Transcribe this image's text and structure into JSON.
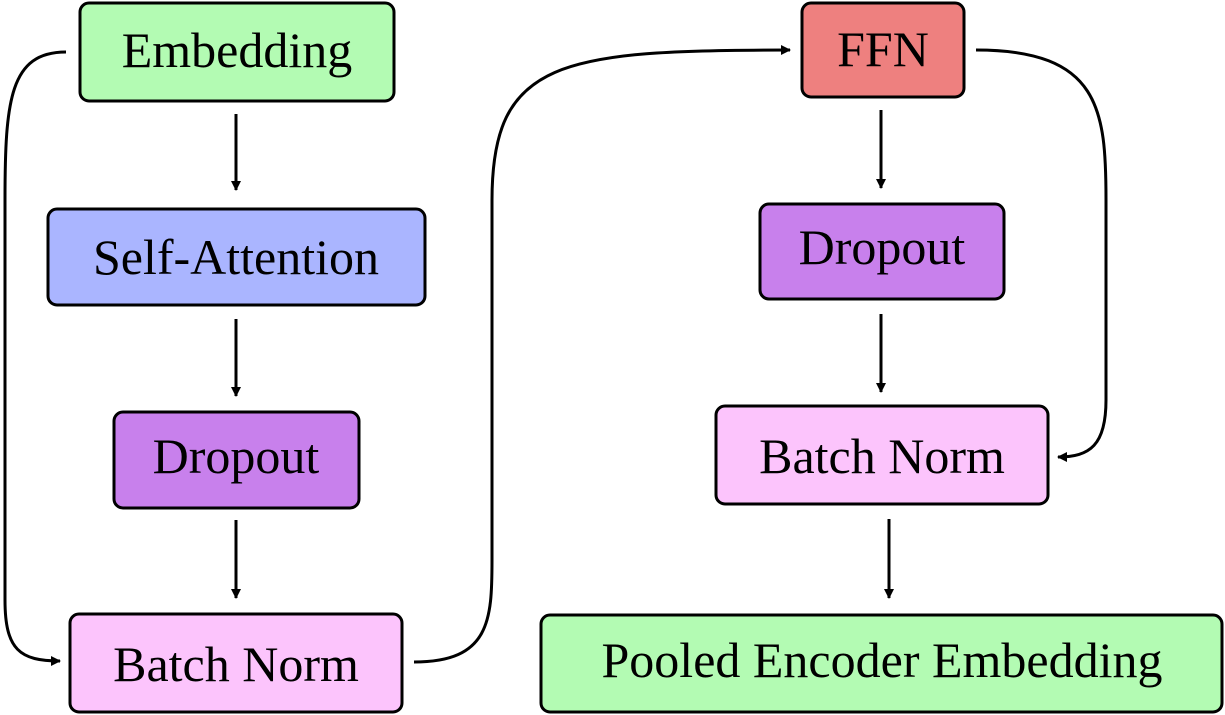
{
  "colors": {
    "embedding": "#b3fbb3",
    "self_attention": "#aab5ff",
    "dropout": "#c880ec",
    "batch_norm": "#fcc4fc",
    "ffn": "#ee807f",
    "pooled": "#b3fbb3",
    "stroke": "#000000"
  },
  "nodes": {
    "embedding": "Embedding",
    "self_attention": "Self-Attention",
    "dropout_1": "Dropout",
    "batch_norm_1": "Batch Norm",
    "ffn": "FFN",
    "dropout_2": "Dropout",
    "batch_norm_2": "Batch Norm",
    "pooled": "Pooled Encoder Embedding"
  },
  "edges": [
    {
      "from": "embedding",
      "to": "self_attention",
      "kind": "sequential"
    },
    {
      "from": "self_attention",
      "to": "dropout_1",
      "kind": "sequential"
    },
    {
      "from": "dropout_1",
      "to": "batch_norm_1",
      "kind": "sequential"
    },
    {
      "from": "embedding",
      "to": "batch_norm_1",
      "kind": "residual"
    },
    {
      "from": "batch_norm_1",
      "to": "ffn",
      "kind": "sequential"
    },
    {
      "from": "ffn",
      "to": "dropout_2",
      "kind": "sequential"
    },
    {
      "from": "dropout_2",
      "to": "batch_norm_2",
      "kind": "sequential"
    },
    {
      "from": "ffn",
      "to": "batch_norm_2",
      "kind": "residual"
    },
    {
      "from": "batch_norm_2",
      "to": "pooled",
      "kind": "sequential"
    }
  ]
}
